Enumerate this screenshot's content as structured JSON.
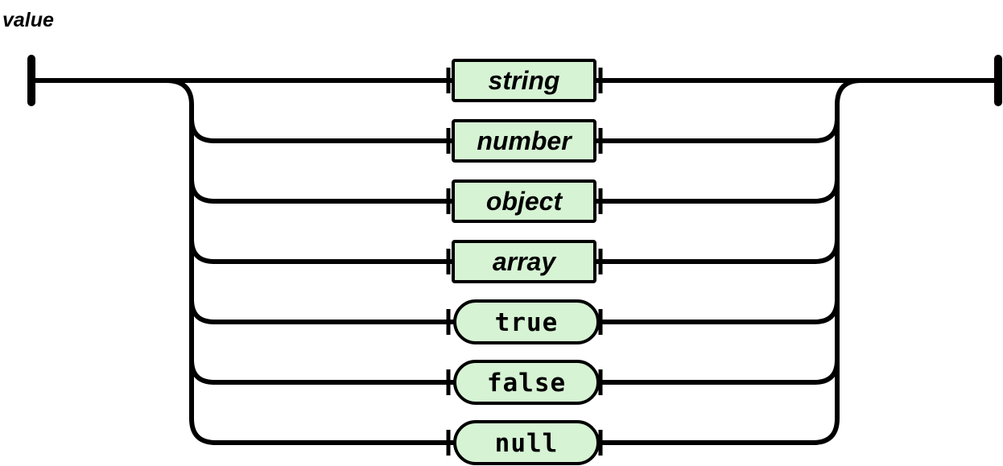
{
  "diagram": {
    "title": "value",
    "kind": "railroad-syntax-diagram",
    "colors": {
      "node_fill": "#d6f3d4",
      "line": "#000000",
      "background": "#ffffff"
    },
    "nodes": [
      {
        "label": "string",
        "kind": "nonterminal"
      },
      {
        "label": "number",
        "kind": "nonterminal"
      },
      {
        "label": "object",
        "kind": "nonterminal"
      },
      {
        "label": "array",
        "kind": "nonterminal"
      },
      {
        "label": "true",
        "kind": "terminal"
      },
      {
        "label": "false",
        "kind": "terminal"
      },
      {
        "label": "null",
        "kind": "terminal"
      }
    ]
  }
}
